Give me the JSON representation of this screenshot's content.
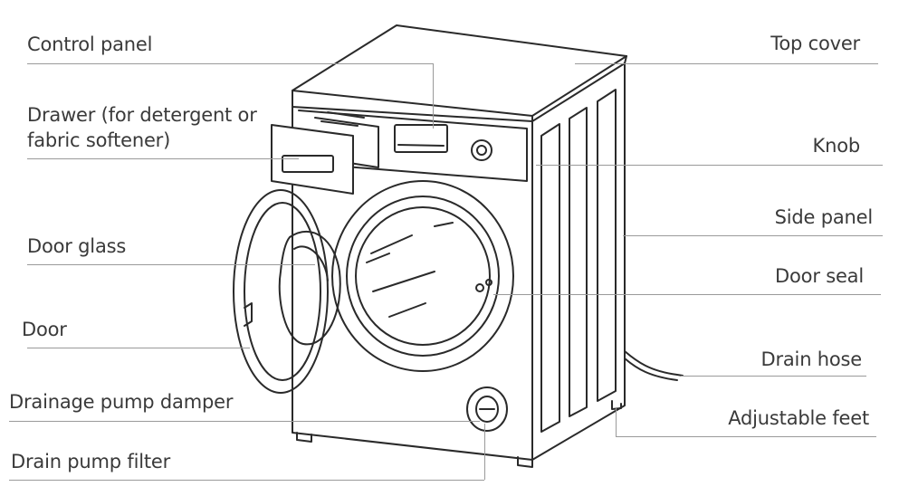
{
  "labels": {
    "control_panel": "Control panel",
    "drawer_line1": "Drawer (for detergent or",
    "drawer_line2": "fabric softener)",
    "door_glass": "Door glass",
    "door": "Door",
    "drainage_pump_damper": "Drainage pump damper",
    "drain_pump_filter": "Drain pump filter",
    "top_cover": "Top cover",
    "knob": "Knob",
    "side_panel": "Side panel",
    "door_seal": "Door seal",
    "drain_hose": "Drain hose",
    "adjustable_feet": "Adjustable feet"
  },
  "colors": {
    "drawing_stroke": "#2a2a2a",
    "leader_line": "#9a9a9a",
    "label_text": "#3a3a3a"
  }
}
